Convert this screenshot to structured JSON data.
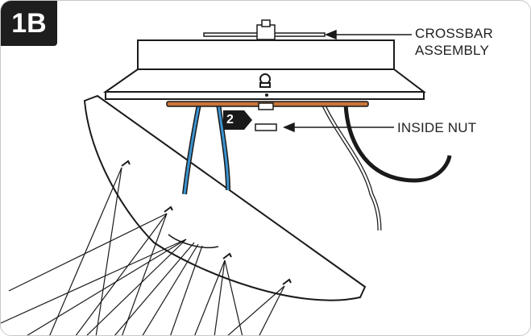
{
  "figure": {
    "badge": "1B",
    "step_marker": "2",
    "callouts": {
      "crossbar_line1": "CROSSBAR",
      "crossbar_line2": "ASSEMBLY",
      "inside_nut": "INSIDE NUT"
    }
  },
  "colors": {
    "badge_bg": "#1e1e1e",
    "line": "#1a1a1a",
    "gasket": "#c8753a",
    "blue_wire": "#3b93d0",
    "black_wire": "#1a1a1a"
  }
}
